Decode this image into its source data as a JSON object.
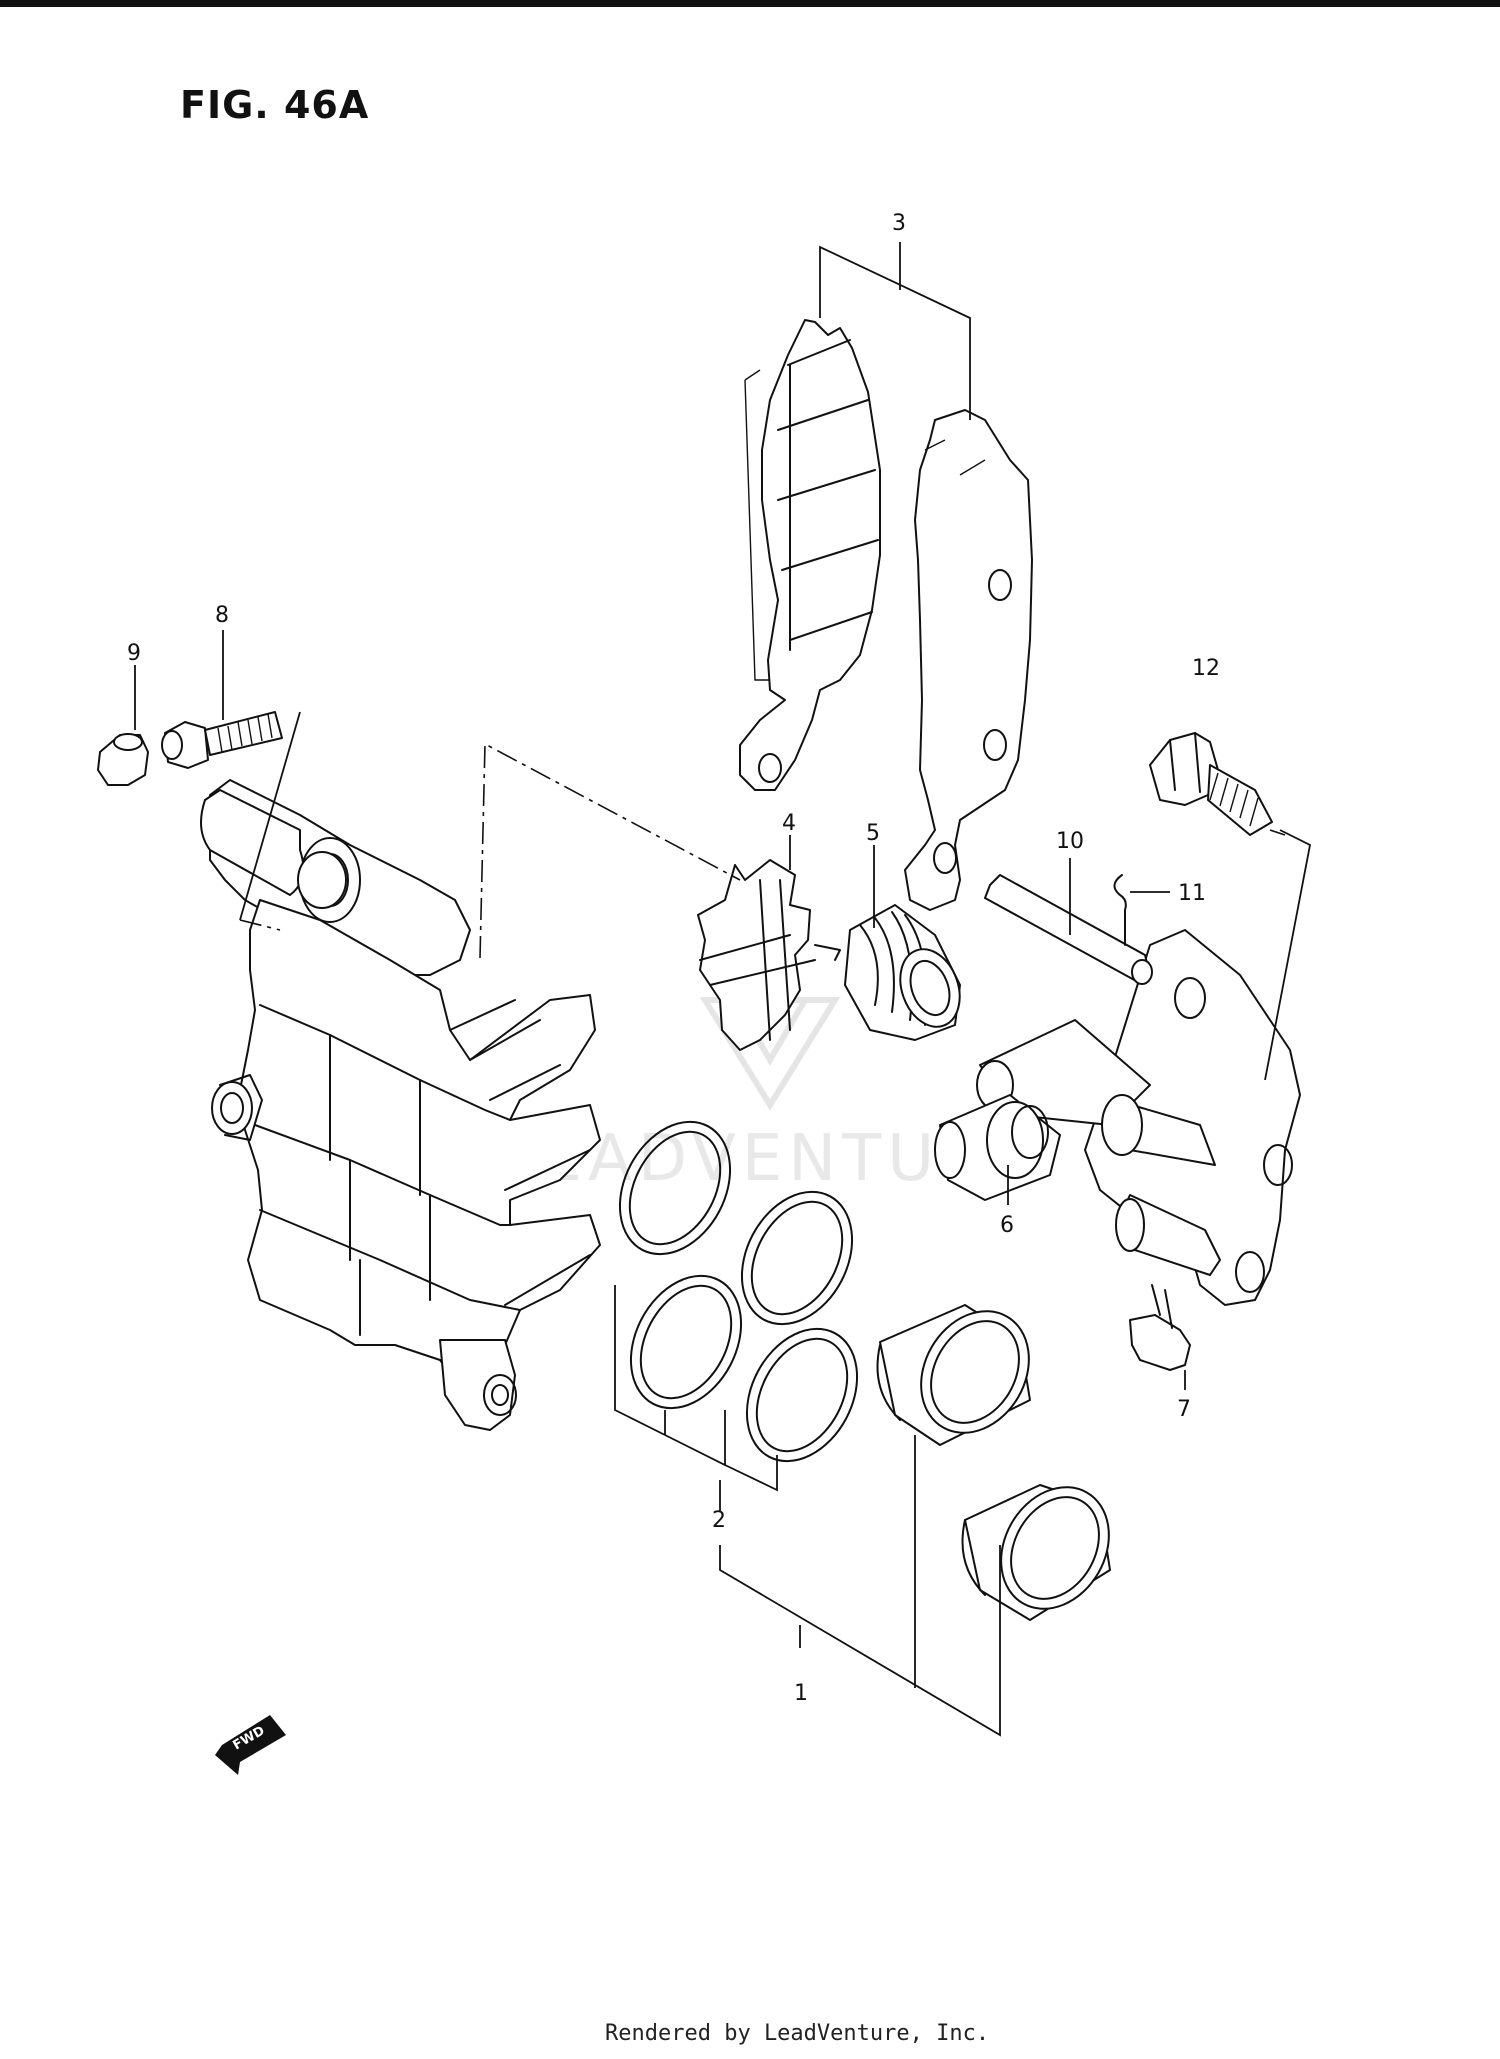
{
  "figure": {
    "title": "FIG. 46A",
    "fwd_label": "FWD",
    "watermark": "LEADVENTURE",
    "credit": "Rendered by LeadVenture, Inc."
  },
  "callouts": [
    {
      "id": "1",
      "text": "1"
    },
    {
      "id": "2",
      "text": "2"
    },
    {
      "id": "3",
      "text": "3"
    },
    {
      "id": "4",
      "text": "4"
    },
    {
      "id": "5",
      "text": "5"
    },
    {
      "id": "6",
      "text": "6"
    },
    {
      "id": "7",
      "text": "7"
    },
    {
      "id": "8",
      "text": "8"
    },
    {
      "id": "9",
      "text": "9"
    },
    {
      "id": "10",
      "text": "10"
    },
    {
      "id": "11",
      "text": "11"
    },
    {
      "id": "12",
      "text": "12"
    }
  ]
}
